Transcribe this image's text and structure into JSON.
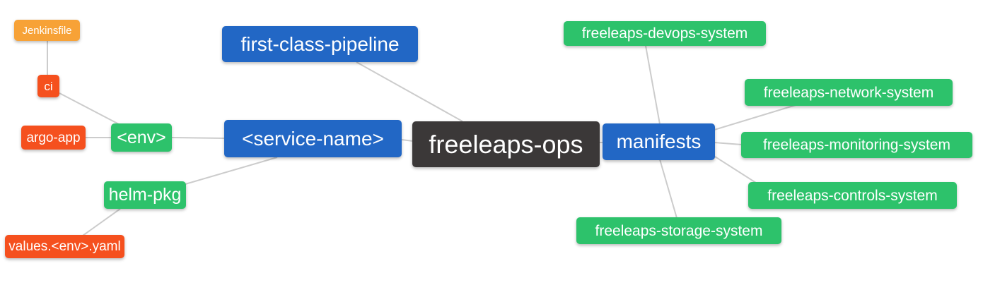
{
  "diagram": {
    "type": "mindmap",
    "root_label": "freeleaps-ops",
    "colors": {
      "root_node": "#3B3838",
      "branch_node": "#2267C5",
      "leaf_green": "#2DC26B",
      "leaf_red": "#F5501E",
      "leaf_orange": "#F7A237",
      "edge_line": "#CCCCCC",
      "node_text": "#FFFFFF",
      "background": "#FFFFFF"
    },
    "nodes": {
      "freeleaps_ops": {
        "label": "freeleaps-ops",
        "color": "#3B3838"
      },
      "first_class_pipeline": {
        "label": "first-class-pipeline",
        "color": "#2267C5"
      },
      "service_name": {
        "label": "<service-name>",
        "color": "#2267C5"
      },
      "manifests": {
        "label": "manifests",
        "color": "#2267C5"
      },
      "env": {
        "label": "<env>",
        "color": "#2DC26B"
      },
      "helm_pkg": {
        "label": "helm-pkg",
        "color": "#2DC26B"
      },
      "ci": {
        "label": "ci",
        "color": "#F5501E"
      },
      "argo_app": {
        "label": "argo-app",
        "color": "#F5501E"
      },
      "jenkinsfile": {
        "label": "Jenkinsfile",
        "color": "#F7A237"
      },
      "values_env_yaml": {
        "label": "values.<env>.yaml",
        "color": "#F5501E"
      },
      "freeleaps_devops_system": {
        "label": "freeleaps-devops-system",
        "color": "#2DC26B"
      },
      "freeleaps_network_system": {
        "label": "freeleaps-network-system",
        "color": "#2DC26B"
      },
      "freeleaps_monitoring_system": {
        "label": "freeleaps-monitoring-system",
        "color": "#2DC26B"
      },
      "freeleaps_controls_system": {
        "label": "freeleaps-controls-system",
        "color": "#2DC26B"
      },
      "freeleaps_storage_system": {
        "label": "freeleaps-storage-system",
        "color": "#2DC26B"
      }
    },
    "edges": [
      {
        "from": "ci",
        "to": "jenkinsfile"
      },
      {
        "from": "env",
        "to": "ci"
      },
      {
        "from": "env",
        "to": "argo_app"
      },
      {
        "from": "service_name",
        "to": "env"
      },
      {
        "from": "service_name",
        "to": "helm_pkg"
      },
      {
        "from": "helm_pkg",
        "to": "values_env_yaml"
      },
      {
        "from": "freeleaps_ops",
        "to": "first_class_pipeline"
      },
      {
        "from": "freeleaps_ops",
        "to": "service_name"
      },
      {
        "from": "freeleaps_ops",
        "to": "manifests"
      },
      {
        "from": "manifests",
        "to": "freeleaps_devops_system"
      },
      {
        "from": "manifests",
        "to": "freeleaps_network_system"
      },
      {
        "from": "manifests",
        "to": "freeleaps_monitoring_system"
      },
      {
        "from": "manifests",
        "to": "freeleaps_controls_system"
      },
      {
        "from": "manifests",
        "to": "freeleaps_storage_system"
      }
    ]
  }
}
